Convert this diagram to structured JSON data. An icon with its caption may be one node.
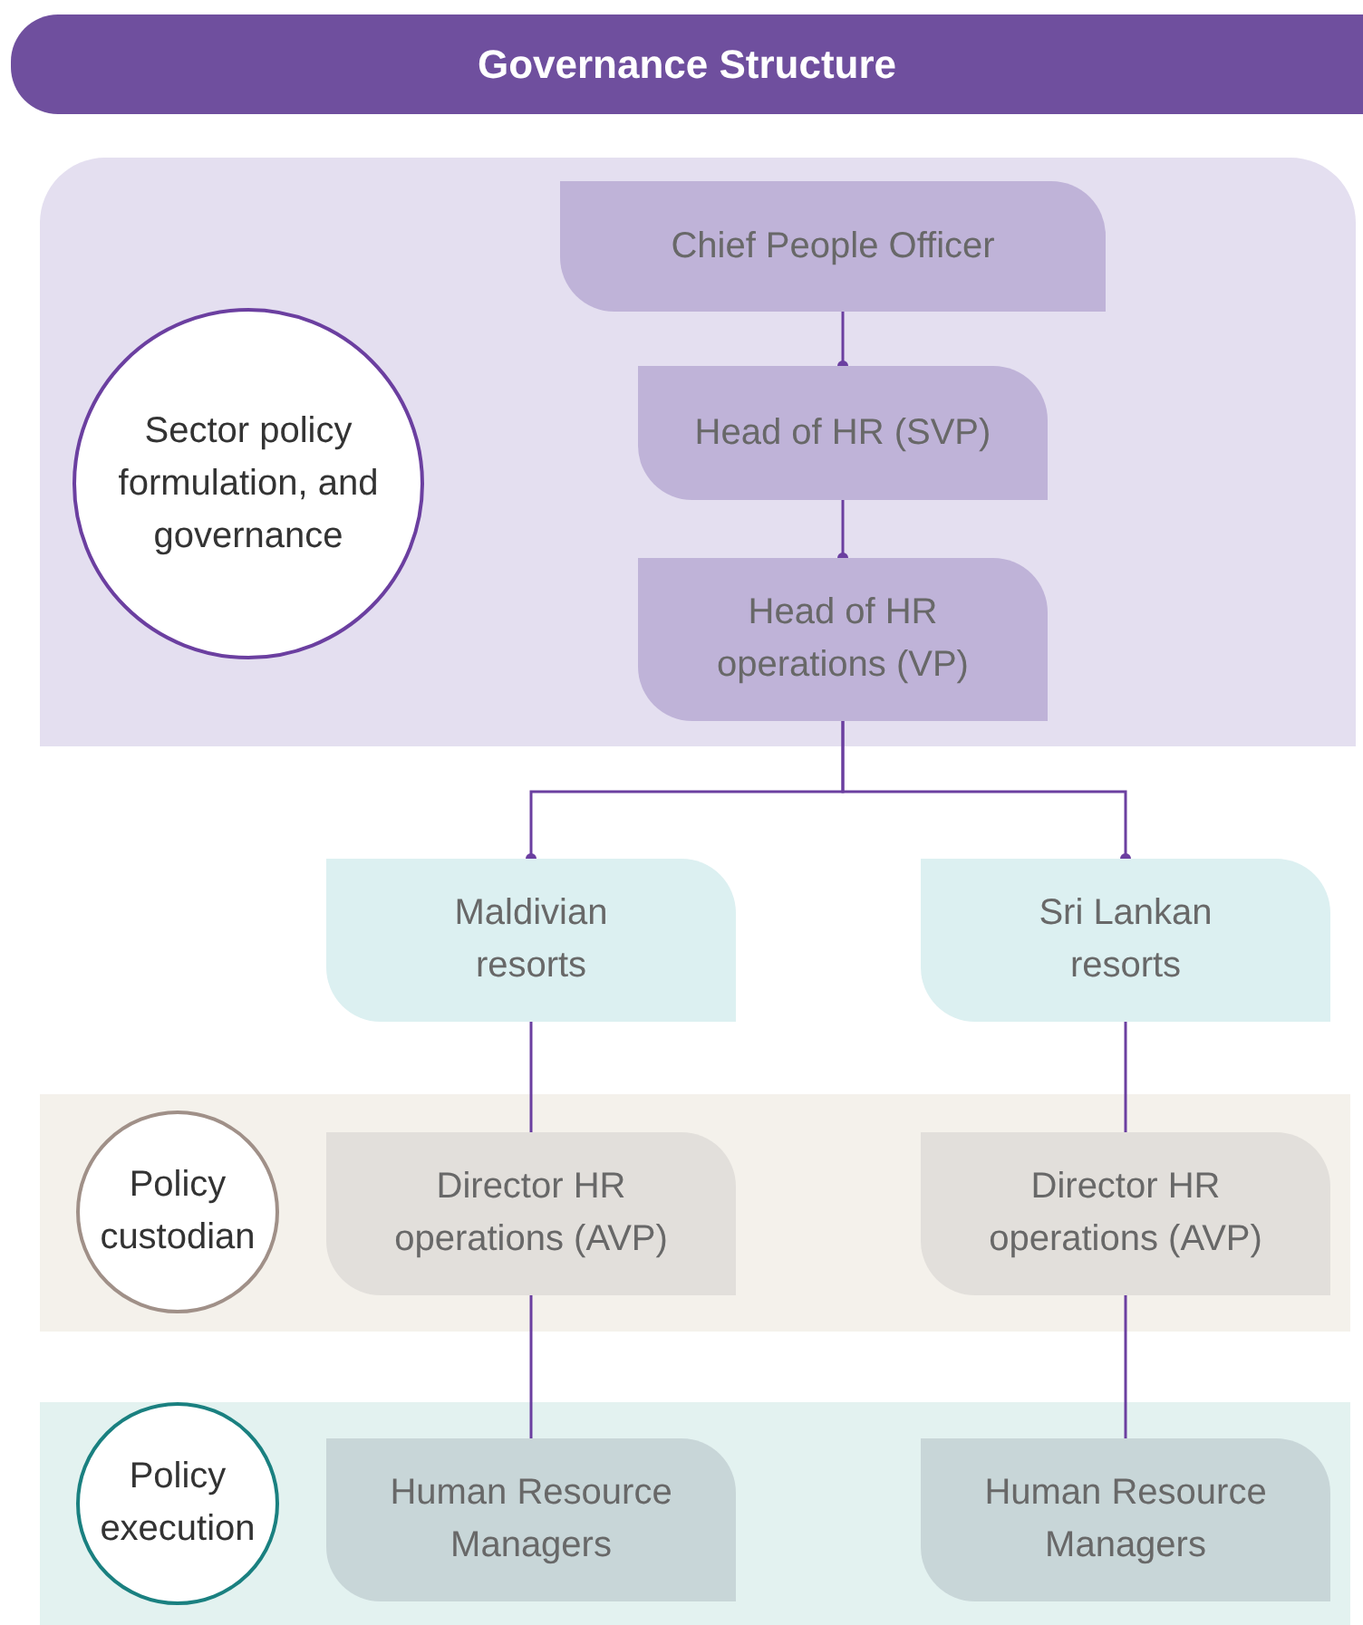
{
  "diagram": {
    "title": "Governance Structure",
    "nodes": [
      {
        "text": [
          "Sector policy formulation, and governance"
        ]
      },
      {
        "text": [
          "Chief People Officer"
        ]
      },
      {
        "text": [
          "Head of HR (SVP)"
        ]
      },
      {
        "text": [
          "Head of HR operations (VP)"
        ]
      },
      {
        "text": [
          "Maldivian resorts"
        ]
      },
      {
        "text": [
          "Sri Lankan resorts"
        ]
      },
      {
        "text": [
          "Policy custodian"
        ]
      },
      {
        "text": [
          "Director HR operations (AVP)"
        ]
      },
      {
        "text": [
          "Director HR operations (AVP)"
        ]
      },
      {
        "text": [
          "Policy execution"
        ]
      },
      {
        "text": [
          "Human Resource Managers"
        ]
      },
      {
        "text": [
          "Human Resource Managers"
        ]
      }
    ],
    "edges": [
      {
        "from": 1,
        "to": 2,
        "arrow": "other"
      },
      {
        "from": 2,
        "to": 3,
        "arrow": "other"
      },
      {
        "from": 3,
        "to": 4,
        "arrow": "other"
      },
      {
        "from": 3,
        "to": 5,
        "arrow": "other"
      },
      {
        "from": 4,
        "to": 7,
        "arrow": "none"
      },
      {
        "from": 5,
        "to": 8,
        "arrow": "none"
      },
      {
        "from": 7,
        "to": 10,
        "arrow": "none"
      },
      {
        "from": 8,
        "to": 11,
        "arrow": "none"
      }
    ]
  }
}
